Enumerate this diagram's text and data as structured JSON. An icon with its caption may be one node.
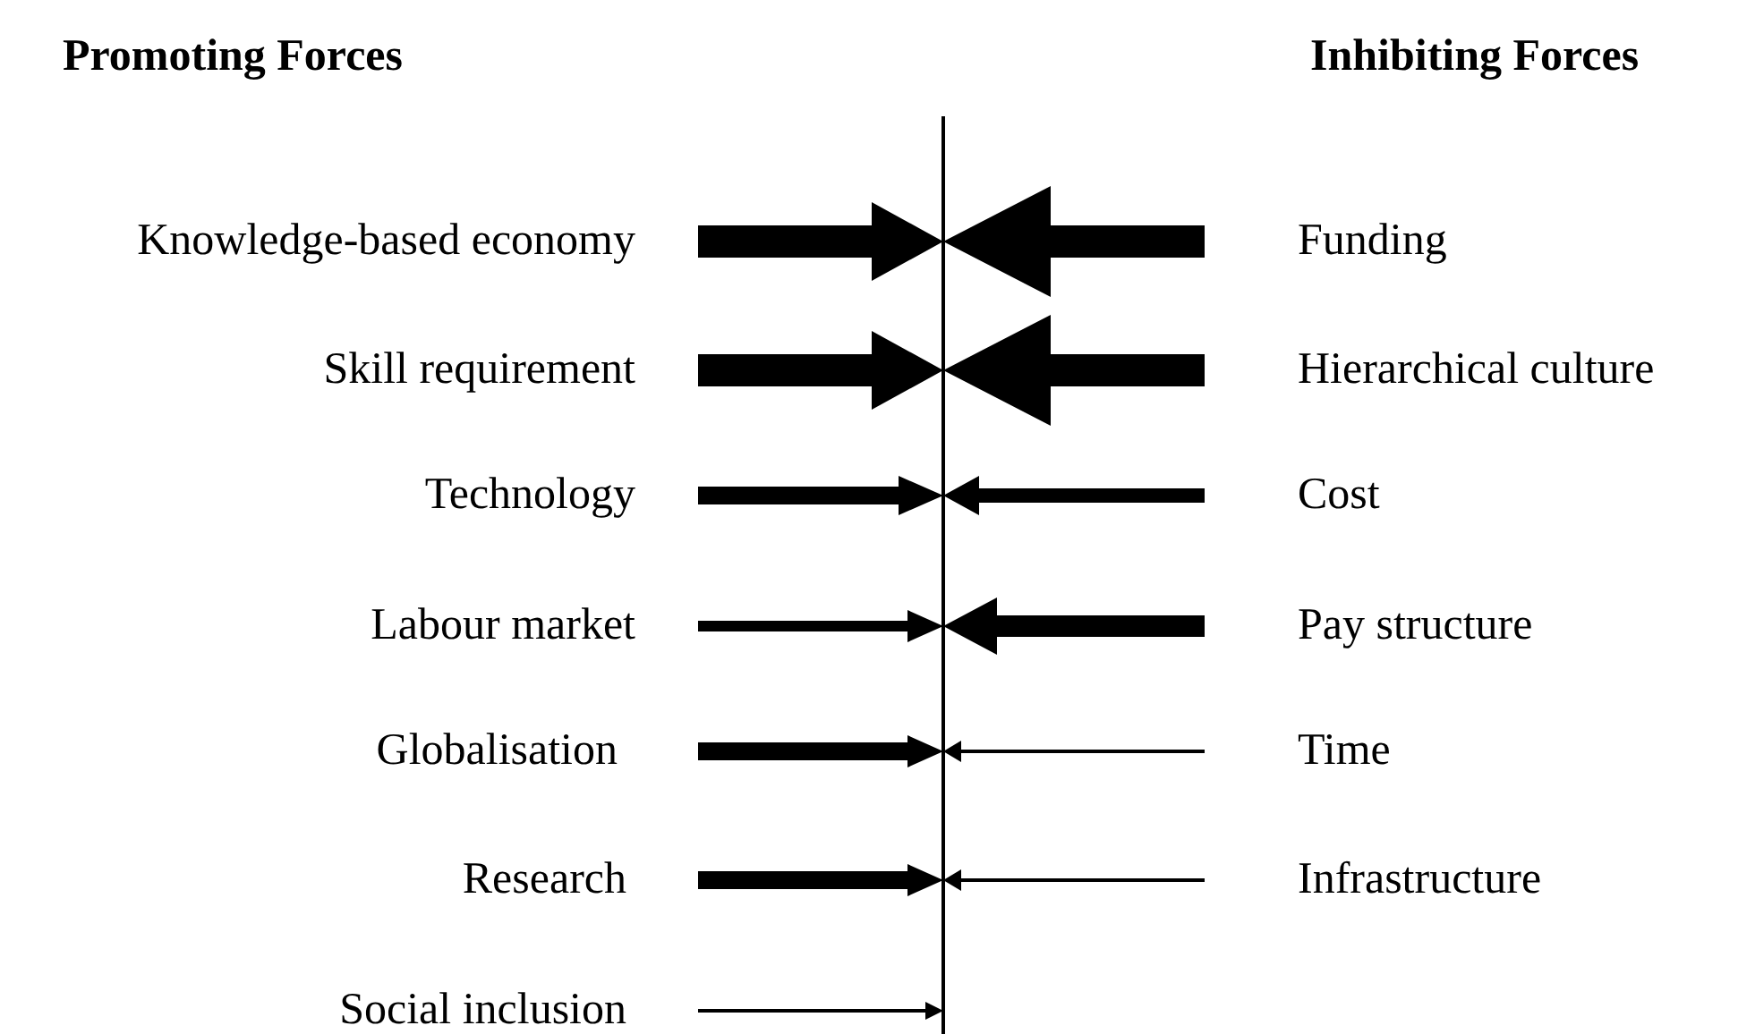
{
  "diagram": {
    "labels": [
      "Promoting Forces",
      "Inhibiting Forces",
      "Knowledge-based economy",
      "Funding",
      "Skill requirement",
      "Hierarchical culture",
      "Technology",
      "Cost",
      "Labour market",
      "Pay structure",
      "Globalisation",
      "Time",
      "Research",
      "Infrastructure",
      "Social inclusion"
    ]
  }
}
